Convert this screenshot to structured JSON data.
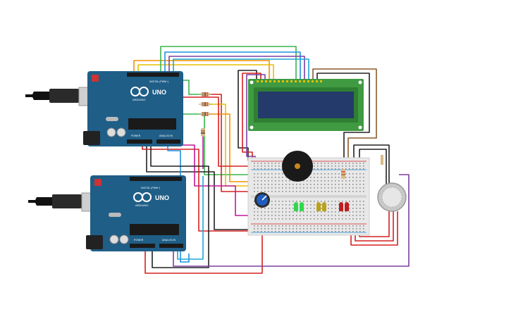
{
  "arduino_top": {
    "brand": "ARDUINO",
    "model": "UNO",
    "digital_label": "DIGITAL (PWM~)",
    "power_label": "POWER",
    "analog_label": "ANALOG IN",
    "color": "#1f5e87"
  },
  "arduino_bottom": {
    "brand": "ARDUINO",
    "model": "UNO",
    "digital_label": "DIGITAL (PWM~)",
    "power_label": "POWER",
    "analog_label": "ANALOG IN",
    "color": "#1f5e87"
  },
  "lcd": {
    "bezel_color": "#3f9a42",
    "screen_color": "#233a6a"
  },
  "leds": [
    {
      "name": "green",
      "color": "#2fd84a"
    },
    {
      "name": "yellow",
      "color": "#b8a21c"
    },
    {
      "name": "red",
      "color": "#c01d1d"
    }
  ],
  "wire_colors": {
    "red": "#d62020",
    "black": "#222222",
    "green": "#39b54a",
    "yellow": "#e5c100",
    "orange": "#f29100",
    "blue": "#1e90e0",
    "purple": "#7b3fa0",
    "brown": "#8b5a2b",
    "magenta": "#c2199a",
    "cyan": "#1ea5d8"
  }
}
